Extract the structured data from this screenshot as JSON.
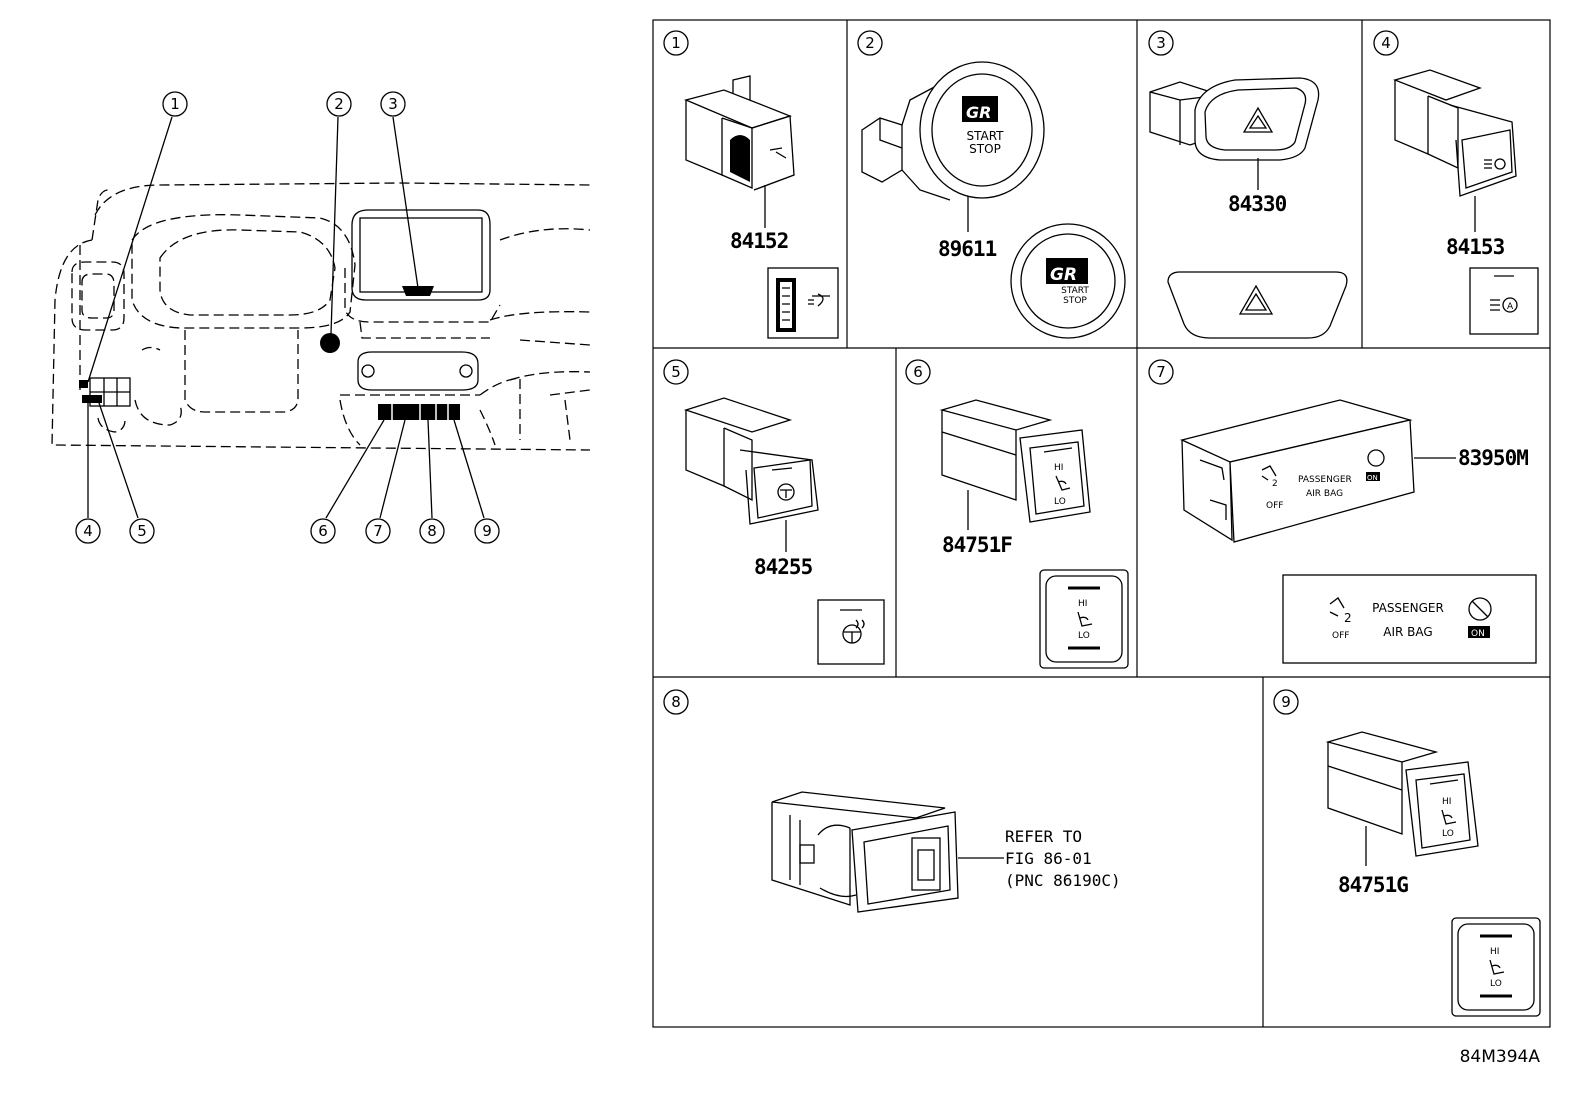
{
  "callout_numbers": [
    "1",
    "2",
    "3",
    "4",
    "5",
    "6",
    "7",
    "8",
    "9"
  ],
  "parts": {
    "p1": {
      "number": "84152"
    },
    "p2": {
      "number": "89611",
      "button_line1": "START",
      "button_line2": "STOP"
    },
    "p3": {
      "number": "84330"
    },
    "p4": {
      "number": "84153"
    },
    "p5": {
      "number": "84255"
    },
    "p6": {
      "number": "84751F",
      "hi": "HI",
      "lo": "LO"
    },
    "p7": {
      "number": "83950M",
      "label_line1": "PASSENGER",
      "label_line2": "AIR BAG",
      "off": "OFF",
      "on": "ON",
      "two": "2"
    },
    "p8": {
      "refer_line1": "REFER TO",
      "refer_line2": "FIG 86-01",
      "refer_line3": "(PNC 86190C)"
    },
    "p9": {
      "number": "84751G",
      "hi": "HI",
      "lo": "LO"
    }
  },
  "figure_code": "84M394A"
}
